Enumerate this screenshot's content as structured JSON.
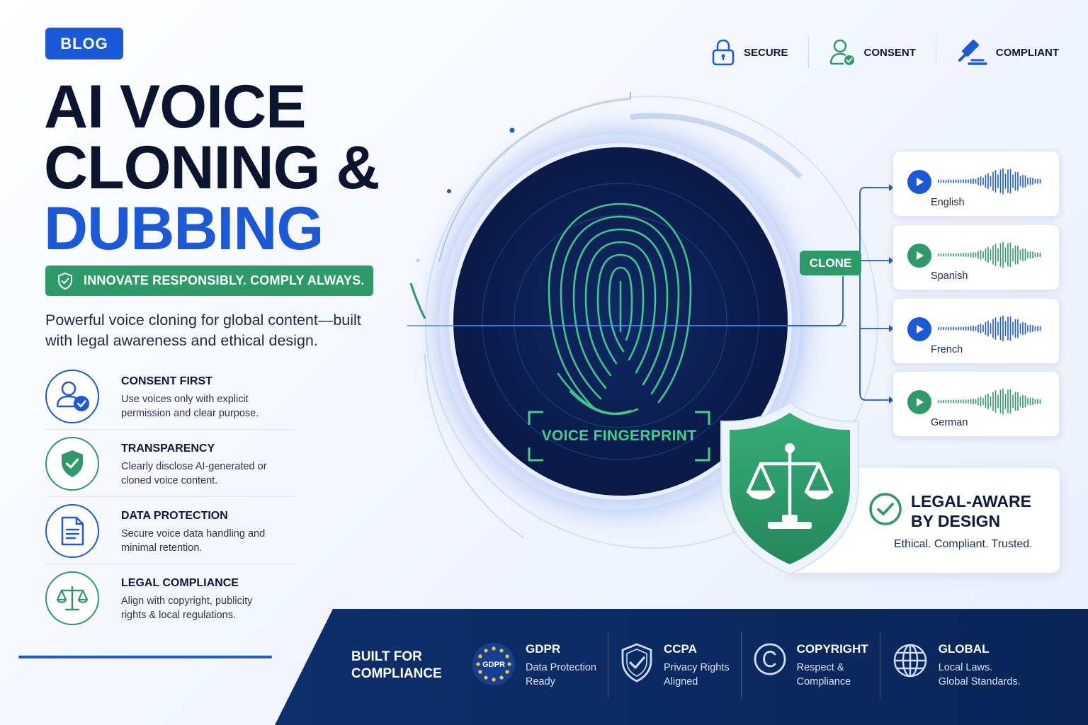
{
  "badge": "BLOG",
  "title": {
    "line1": "AI VOICE",
    "line2": "CLONING &",
    "line3": "DUBBING"
  },
  "tagline": "INNOVATE RESPONSIBLY. COMPLY ALWAYS.",
  "intro": "Powerful voice cloning for global content—built with legal awareness and ethical design.",
  "features": [
    {
      "title": "CONSENT FIRST",
      "desc": "Use voices only with explicit permission and clear purpose.",
      "icon": "user-check-icon"
    },
    {
      "title": "TRANSPARENCY",
      "desc": "Clearly disclose AI-generated or cloned voice content.",
      "icon": "shield-check-icon"
    },
    {
      "title": "DATA PROTECTION",
      "desc": "Secure voice data handling and minimal retention.",
      "icon": "document-icon"
    },
    {
      "title": "LEGAL COMPLIANCE",
      "desc": "Align with copyright, publicity rights & local regulations.",
      "icon": "scales-icon"
    }
  ],
  "top_badges": [
    {
      "label": "SECURE",
      "icon": "lock-icon"
    },
    {
      "label": "CONSENT",
      "icon": "user-check-icon"
    },
    {
      "label": "COMPLIANT",
      "icon": "gavel-icon"
    }
  ],
  "voice_fingerprint": "VOICE FINGERPRINT",
  "clone_label": "CLONE",
  "languages": [
    {
      "name": "English",
      "color": "#1a5ad8"
    },
    {
      "name": "Spanish",
      "color": "#2e9a6a"
    },
    {
      "name": "French",
      "color": "#1a5ad8"
    },
    {
      "name": "German",
      "color": "#2e9a6a"
    }
  ],
  "legal": {
    "line1": "LEGAL-AWARE",
    "line2": "BY DESIGN",
    "sub": "Ethical. Compliant. Trusted."
  },
  "compliance": {
    "heading_line1": "BUILT FOR",
    "heading_line2": "COMPLIANCE",
    "items": [
      {
        "title": "GDPR",
        "line1": "Data Protection",
        "line2": "Ready",
        "icon": "gdpr-stars-icon",
        "icon_text": "GDPR"
      },
      {
        "title": "CCPA",
        "line1": "Privacy Rights",
        "line2": "Aligned",
        "icon": "shield-check-icon"
      },
      {
        "title": "COPYRIGHT",
        "line1": "Respect &",
        "line2": "Compliance",
        "icon": "copyright-icon"
      },
      {
        "title": "GLOBAL",
        "line1": "Local Laws.",
        "line2": "Global Standards.",
        "icon": "globe-icon"
      }
    ]
  },
  "colors": {
    "blue": "#1a5ad8",
    "green": "#2e9a6a",
    "navy": "#0d2a5e",
    "neon": "#3fd08f"
  }
}
